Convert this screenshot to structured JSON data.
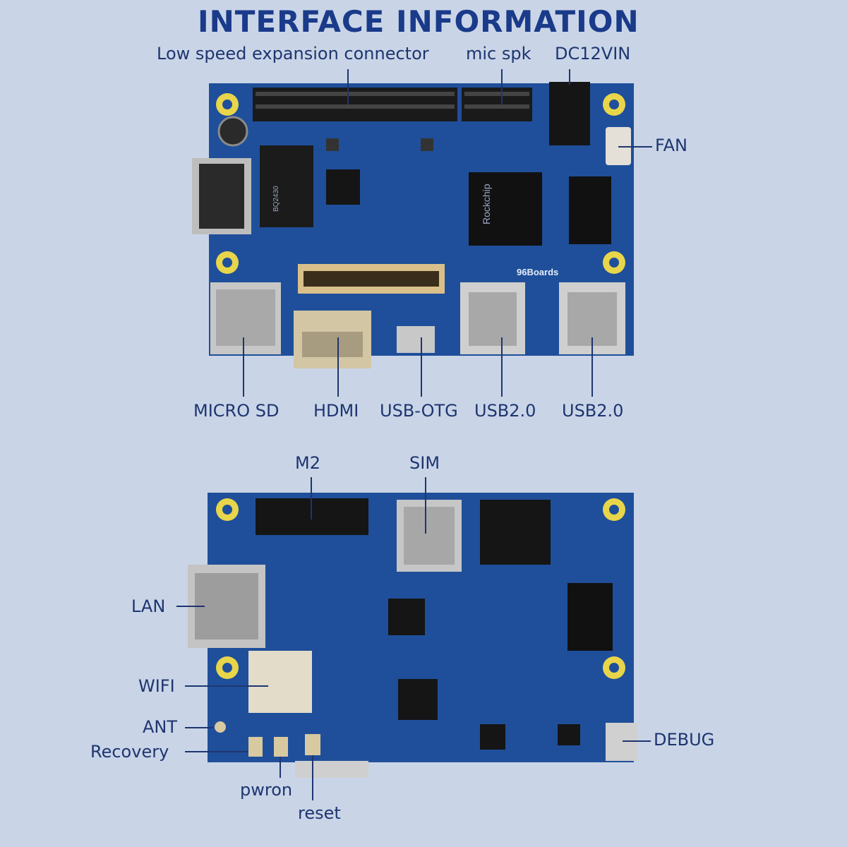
{
  "title": "INTERFACE INFORMATION",
  "top_board": {
    "labels": {
      "low_speed": "Low speed expansion connector",
      "mic_spk": "mic spk",
      "dc12vin": "DC12VIN",
      "fan": "FAN",
      "micro_sd": "MICRO SD",
      "hdmi": "HDMI",
      "usb_otg": "USB-OTG",
      "usb20_a": "USB2.0",
      "usb20_b": "USB2.0"
    },
    "silkscreen": {
      "soc_brand": "Rockchip",
      "logo": "96Boards",
      "chip_mark": "BQ2430"
    }
  },
  "bottom_board": {
    "labels": {
      "m2": "M2",
      "sim": "SIM",
      "lan": "LAN",
      "wifi": "WIFI",
      "ant": "ANT",
      "recovery": "Recovery",
      "pwron": "pwron",
      "reset": "reset",
      "debug": "DEBUG"
    }
  },
  "colors": {
    "background": "#c9d5e7",
    "title": "#1a3a8a",
    "label": "#1e3570",
    "pcb": "#1f4f9a",
    "mounting_hole": "#e8d54a",
    "metal": "#b9b9b9"
  }
}
